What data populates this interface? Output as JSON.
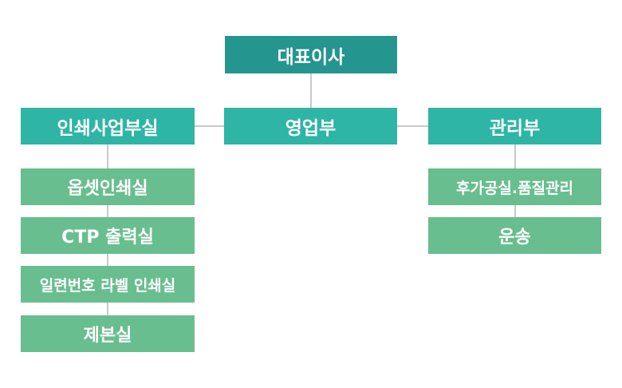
{
  "colors": {
    "ceo": "#24958f",
    "department": "#2eb5a5",
    "team": "#68be8e",
    "line": "#c9c9c9"
  },
  "ceo": {
    "label": "대표이사"
  },
  "departments": {
    "printing": {
      "label": "인쇄사업부실"
    },
    "sales": {
      "label": "영업부"
    },
    "admin": {
      "label": "관리부"
    }
  },
  "printing_teams": [
    {
      "label": "옵셋인쇄실"
    },
    {
      "label": "CTP 출력실"
    },
    {
      "label": "일련번호 라벨 인쇄실"
    },
    {
      "label": "제본실"
    }
  ],
  "admin_teams": [
    {
      "label": "후가공실.품질관리"
    },
    {
      "label": "운송"
    }
  ]
}
